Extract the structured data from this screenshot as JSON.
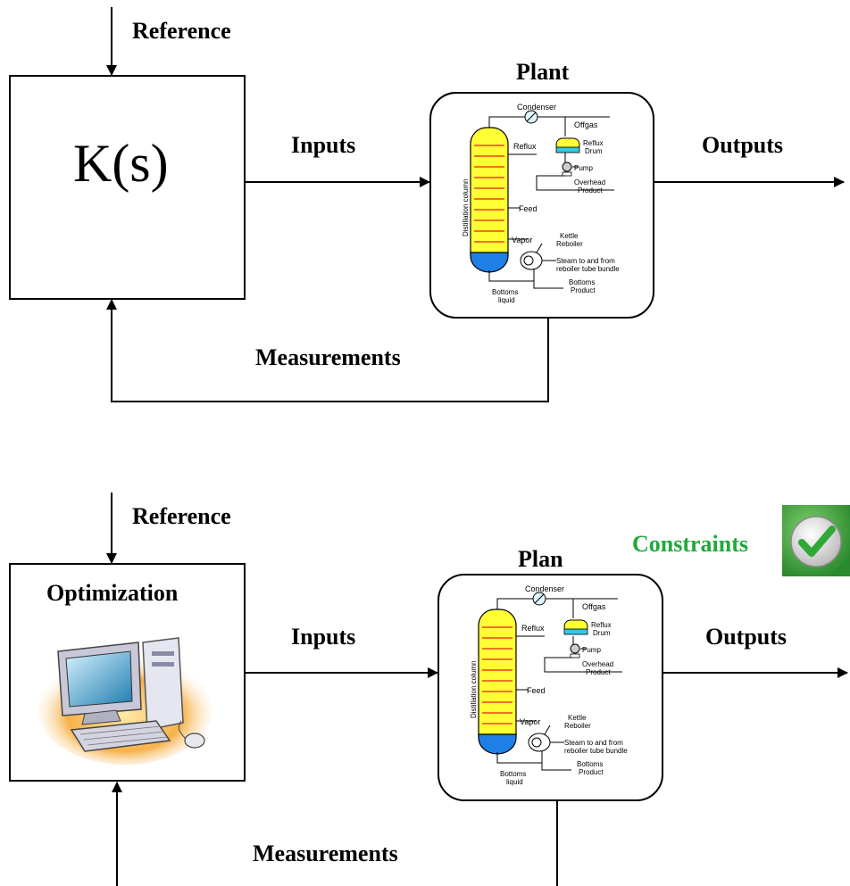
{
  "top": {
    "reference": "Reference",
    "controller": "K(s)",
    "plant": "Plant",
    "inputs": "Inputs",
    "outputs": "Outputs",
    "measurements": "Measurements"
  },
  "bottom": {
    "reference": "Reference",
    "controller": "Optimization",
    "plant": "Plan",
    "inputs": "Inputs",
    "outputs": "Outputs",
    "measurements": "Measurements",
    "constraints": "Constraints"
  },
  "plant_diagram": {
    "condenser": "Condenser",
    "offgas": "Offgas",
    "reflux": "Reflux",
    "reflux_drum_1": "Reflux",
    "reflux_drum_2": "Drum",
    "pump": "Pump",
    "overhead_1": "Overhead",
    "overhead_2": "Product",
    "feed": "Feed",
    "column": "Distillation column",
    "vapor": "Vapor",
    "kettle_1": "Kettle",
    "kettle_2": "Reboiler",
    "steam_1": "Steam to and from",
    "steam_2": "reboiler tube bundle",
    "bottoms_product_1": "Bottoms",
    "bottoms_product_2": "Product",
    "bottoms_liquid_1": "Bottoms",
    "bottoms_liquid_2": "liquid"
  },
  "colors": {
    "column_fill": "#ffff33",
    "column_bottom": "#1e7fe6",
    "tray_lines": "#e0201a",
    "constraints_text": "#1faa3a",
    "check_badge": "#3cb043"
  }
}
